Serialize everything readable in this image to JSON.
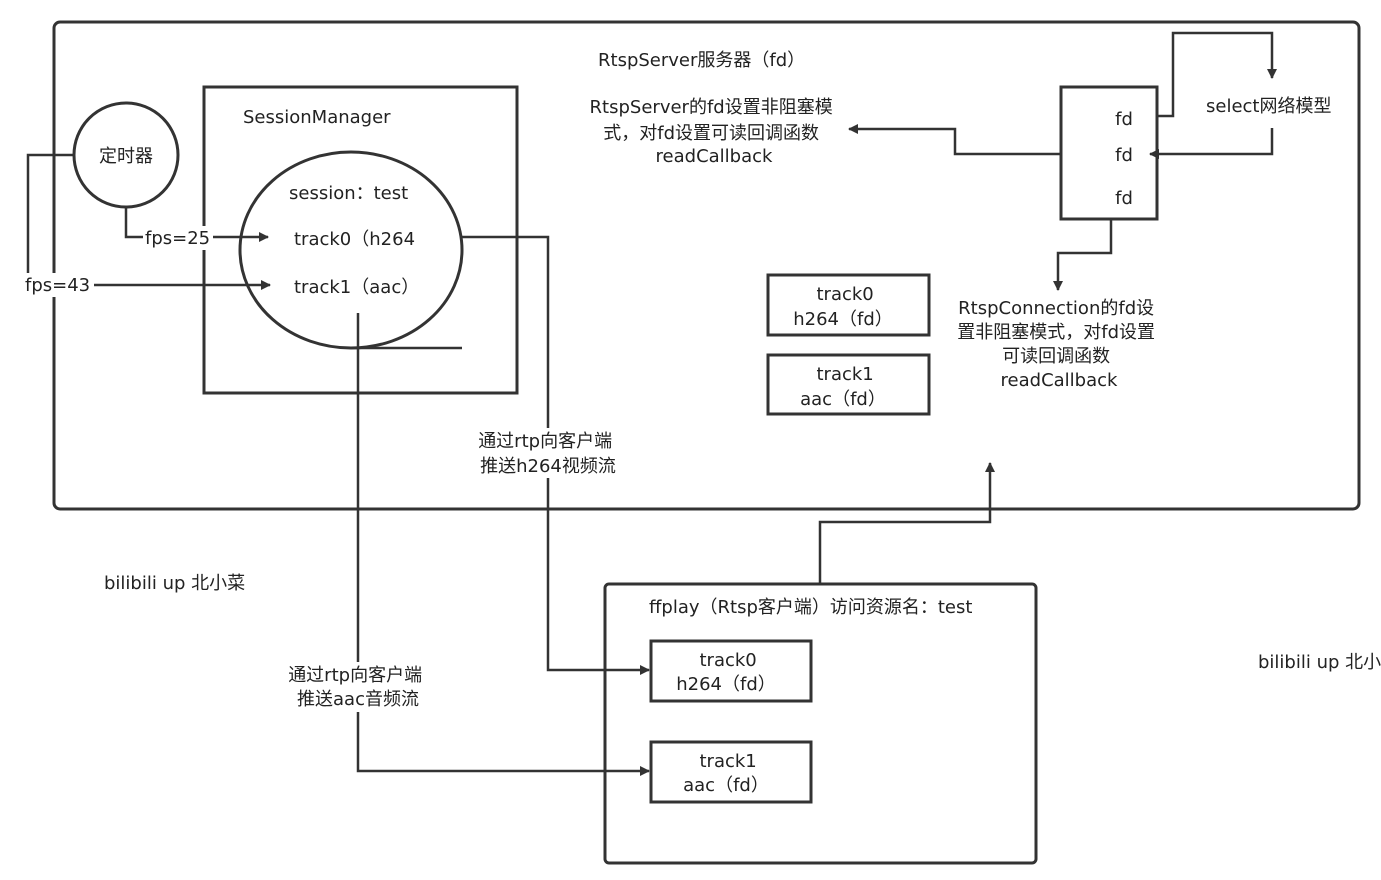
{
  "server": {
    "title": "RtspServer服务器（fd）",
    "note_lines": [
      "RtspServer的fd设置非阻塞模",
      "式，对fd设置可读回调函数",
      "readCallback"
    ]
  },
  "session_manager": {
    "title": "SessionManager",
    "session_label": "session：test",
    "track0_label": "track0（h264",
    "track1_label": "track1（aac）"
  },
  "timer": {
    "label": "定时器",
    "fps_video": "fps=25",
    "fps_audio": "fps=43"
  },
  "fd_box": {
    "items": [
      "fd",
      "fd",
      "fd"
    ]
  },
  "select_model": {
    "label": "select网络模型"
  },
  "server_tracks": [
    {
      "line1": "track0",
      "line2": "h264（fd）"
    },
    {
      "line1": "track1",
      "line2": "aac（fd）"
    }
  ],
  "connection_note": {
    "lines": [
      "RtspConnection的fd设",
      "置非阻塞模式，对fd设置",
      "可读回调函数",
      "readCallback"
    ]
  },
  "push_notes": {
    "video": [
      "通过rtp向客户端",
      "推送h264视频流"
    ],
    "audio": [
      "通过rtp向客户端",
      "推送aac音频流"
    ]
  },
  "client": {
    "title": "ffplay（Rtsp客户端）访问资源名：test",
    "tracks": [
      {
        "line1": "track0",
        "line2": "h264（fd）"
      },
      {
        "line1": "track1",
        "line2": "aac（fd）"
      }
    ]
  },
  "watermarks": [
    "bilibili up 北小菜",
    "bilibili up 北小"
  ]
}
